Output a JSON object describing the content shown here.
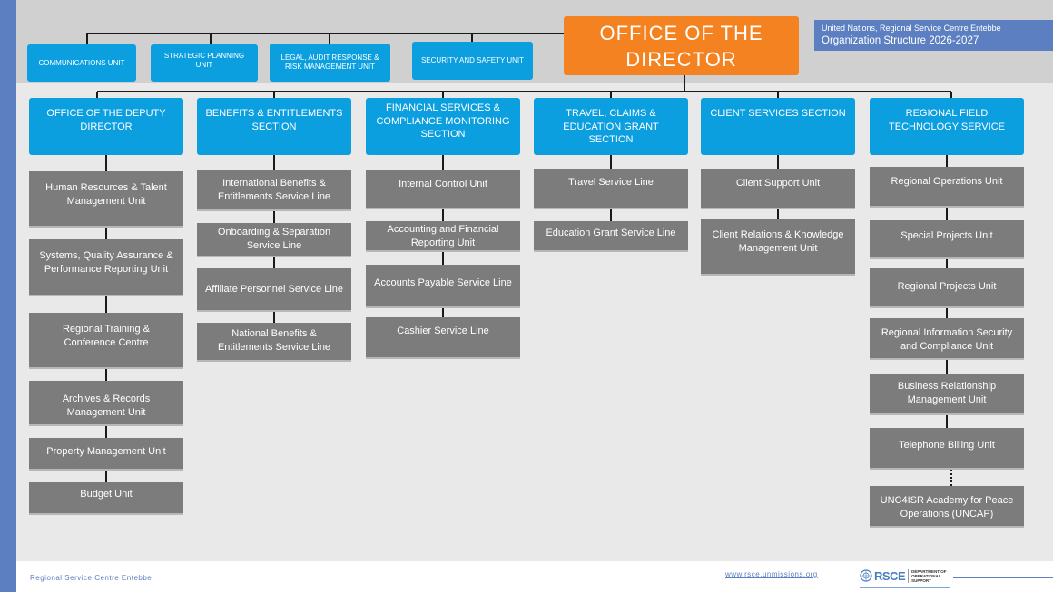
{
  "director": {
    "line1": "OFFICE OF THE",
    "line2": "DIRECTOR"
  },
  "title": {
    "line1": "United Nations, Regional Service Centre Entebbe",
    "line2": "Organization Structure 2026-2027"
  },
  "top_units": {
    "communications": "COMMUNICATIONS UNIT",
    "strategic_planning": "STRATEGIC PLANNING UNIT",
    "legal_audit": "LEGAL, AUDIT RESPONSE & RISK MANAGEMENT UNIT",
    "security": "SECURITY AND SAFETY UNIT"
  },
  "sections": [
    {
      "title": "OFFICE OF THE DEPUTY DIRECTOR",
      "units": [
        "Human Resources & Talent Management Unit",
        "Systems, Quality Assurance & Performance Reporting Unit",
        "Regional Training & Conference Centre",
        "Archives & Records Management Unit",
        "Property Management Unit",
        "Budget Unit"
      ]
    },
    {
      "title": "BENEFITS & ENTITLEMENTS SECTION",
      "units": [
        "International Benefits & Entitlements Service Line",
        "Onboarding & Separation Service Line",
        "Affiliate Personnel Service Line",
        "National Benefits & Entitlements Service Line"
      ]
    },
    {
      "title": "FINANCIAL SERVICES & COMPLIANCE MONITORING SECTION",
      "units": [
        "Internal Control Unit",
        "Accounting and Financial Reporting Unit",
        "Accounts Payable Service Line",
        "Cashier Service Line"
      ]
    },
    {
      "title": "TRAVEL, CLAIMS & EDUCATION GRANT SECTION",
      "units": [
        "Travel Service Line",
        "Education Grant Service Line"
      ]
    },
    {
      "title": "CLIENT SERVICES SECTION",
      "units": [
        "Client Support Unit",
        "Client Relations & Knowledge Management Unit"
      ]
    },
    {
      "title": "REGIONAL FIELD TECHNOLOGY SERVICE",
      "units": [
        "Regional Operations Unit",
        "Special Projects Unit",
        "Regional Projects Unit",
        "Regional Information Security and Compliance Unit",
        "Business Relationship Management Unit",
        "Telephone Billing Unit",
        "UNC4ISR Academy for Peace Operations (UNCAP)"
      ]
    }
  ],
  "footer": {
    "left": "Regional Service Centre Entebbe",
    "url": "www.rsce.unmissions.org",
    "logo_text": "RSCE",
    "logo_sub_1": "DEPARTMENT OF",
    "logo_sub_2": "OPERATIONAL",
    "logo_sub_3": "SUPPORT"
  },
  "colors": {
    "director": "#f58220",
    "section": "#0c9fe0",
    "unit": "#7c7c7c",
    "accent": "#5b7fc0"
  }
}
